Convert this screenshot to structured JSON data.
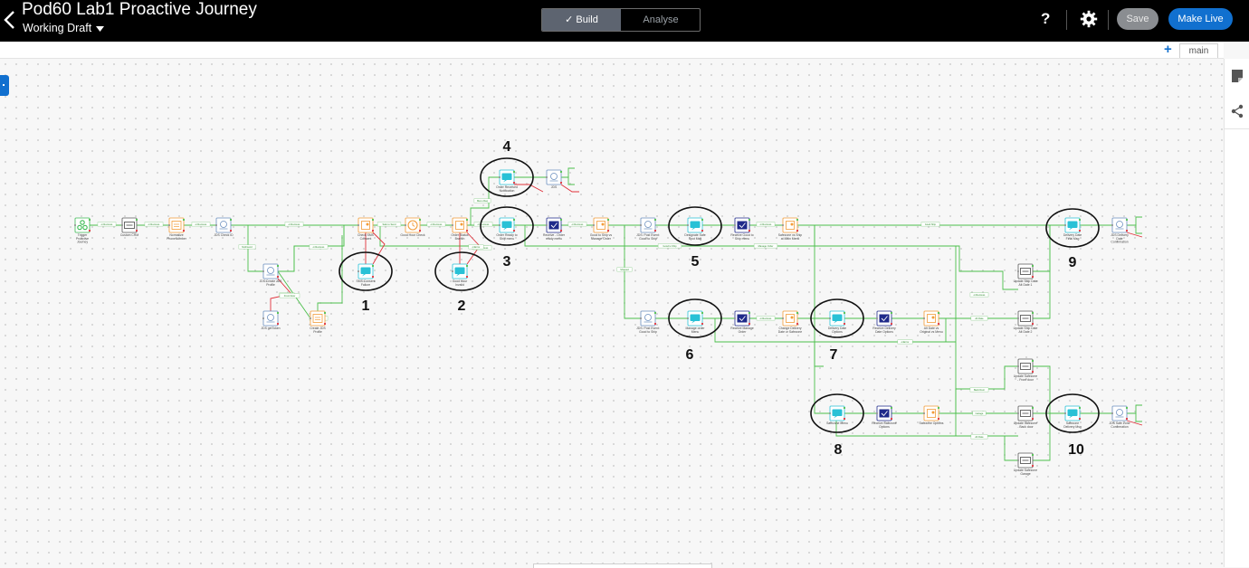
{
  "header": {
    "title": "Pod60 Lab1 Proactive Journey",
    "draft": "Working Draft",
    "build_label": "Build",
    "analyse_label": "Analyse",
    "help_label": "?",
    "save_label": "Save",
    "make_live_label": "Make Live"
  },
  "tabs": {
    "add_label": "+",
    "main_label": "main"
  },
  "colors": {
    "accent": "#1170cf",
    "edge_success": "#4bbf4b",
    "edge_error": "#e0303a",
    "sms_node": "#29c1d6",
    "router_node": "#f29c38",
    "menu_node": "#1f2a8a",
    "trigger_node": "#3cba54"
  },
  "flow": {
    "nodes": [
      {
        "id": "trigger",
        "kind": "trigger",
        "label": "Trigger Proactive Journey"
      },
      {
        "id": "custom_crm",
        "kind": "crm",
        "label": "Custom CRM"
      },
      {
        "id": "normalize",
        "kind": "code",
        "label": "Normalize PhoneNumber"
      },
      {
        "id": "jds_check",
        "kind": "http",
        "label": "JDS Check ID"
      },
      {
        "id": "jds_create",
        "kind": "http",
        "label": "JDS Create JDS Profile"
      },
      {
        "id": "jds_token",
        "kind": "http",
        "label": "JDS getToken"
      },
      {
        "id": "create_jds",
        "kind": "db",
        "label": "Create JDS Profile"
      },
      {
        "id": "check_sms",
        "kind": "router",
        "label": "Check SMS Consent"
      },
      {
        "id": "sms_consent",
        "kind": "sms",
        "label": "SMS Consent Failure"
      },
      {
        "id": "good_hour",
        "kind": "clock",
        "label": "Good Hour Check"
      },
      {
        "id": "order_status",
        "kind": "router",
        "label": "Order Status Branch"
      },
      {
        "id": "good_hour_sms",
        "kind": "sms",
        "label": "Good Hour Invalid"
      },
      {
        "id": "order_received",
        "kind": "sms",
        "label": "Order Received Notification"
      },
      {
        "id": "jds4",
        "kind": "http",
        "label": "JDS"
      },
      {
        "id": "order_ready",
        "kind": "sms",
        "label": "Order Ready to Ship menu"
      },
      {
        "id": "receive_order",
        "kind": "menu",
        "label": "Receive - Order ready menu"
      },
      {
        "id": "good_to_ship",
        "kind": "router",
        "label": "Good to Ship vs Manage Order"
      },
      {
        "id": "jds_good_ship",
        "kind": "http",
        "label": "JDS: Post Event: Good to Ship"
      },
      {
        "id": "designate_safe",
        "kind": "sms",
        "label": "Designate Safe Spot Msg"
      },
      {
        "id": "receive_good",
        "kind": "menu",
        "label": "Receive Good to Ship menu"
      },
      {
        "id": "safe_vs_ship",
        "kind": "router",
        "label": "Safezone vs Ship at Main Menu"
      },
      {
        "id": "delivery_date",
        "kind": "sms",
        "label": "Delivery Date Final Msg"
      },
      {
        "id": "jds_delivery",
        "kind": "http",
        "label": "JDS Delivery Date Confirmation"
      },
      {
        "id": "update_ship1",
        "kind": "crm",
        "label": "Update Ship Date Alt Date 1"
      },
      {
        "id": "update_ship2",
        "kind": "crm",
        "label": "Update Ship Date Alt Date 2"
      },
      {
        "id": "jds_good_ship2",
        "kind": "http",
        "label": "JDS: Post Event: Good to Ship"
      },
      {
        "id": "manage_order",
        "kind": "sms",
        "label": "Manage order Menu"
      },
      {
        "id": "receive_manage",
        "kind": "menu",
        "label": "Receive Manage Order"
      },
      {
        "id": "change_delivery",
        "kind": "router",
        "label": "Change Delivery Date or Safezone"
      },
      {
        "id": "delivery_options",
        "kind": "sms",
        "label": "Delivery Date Options"
      },
      {
        "id": "receive_delivery",
        "kind": "menu",
        "label": "Receive Delivery Date Options"
      },
      {
        "id": "alt_date",
        "kind": "router",
        "label": "Alt Date vs Original vs Menu"
      },
      {
        "id": "safezone_menu",
        "kind": "sms",
        "label": "Safezone Menu"
      },
      {
        "id": "receive_safezone",
        "kind": "menu",
        "label": "Receive Safezone Options"
      },
      {
        "id": "safezone_opts",
        "kind": "router",
        "label": "Safezone Options"
      },
      {
        "id": "update_front",
        "kind": "crm",
        "label": "Update Safezone - Front door"
      },
      {
        "id": "update_back",
        "kind": "crm",
        "label": "Update Safezone - Back door"
      },
      {
        "id": "update_garage",
        "kind": "crm",
        "label": "Update Safezone Garage"
      },
      {
        "id": "safezone_del",
        "kind": "sms",
        "label": "Safezone Delivery Msg"
      },
      {
        "id": "jds_safe",
        "kind": "http",
        "label": "JDS Safe Zone Confirmation"
      }
    ],
    "edge_labels": [
      "onSuccess",
      "onSuccess",
      "onSuccess",
      "NotFound",
      "onSuccess",
      "onError",
      "onSuccess",
      "onSuccess",
      "Safe to Send",
      "onSuccess",
      "onSuccess",
      "onSuccess",
      "Shipped",
      "Menu Req",
      "onSuccess",
      "Good to Ship",
      "onSuccess",
      "Manage Order",
      "onSuccess",
      "Good Ship",
      "onSuccess",
      "Alt Date",
      "Alt Date",
      "Garage",
      "Back Door",
      "Front Door",
      "onError",
      "onError"
    ],
    "callouts": [
      "1",
      "2",
      "3",
      "4",
      "5",
      "6",
      "7",
      "8",
      "9",
      "10"
    ]
  }
}
